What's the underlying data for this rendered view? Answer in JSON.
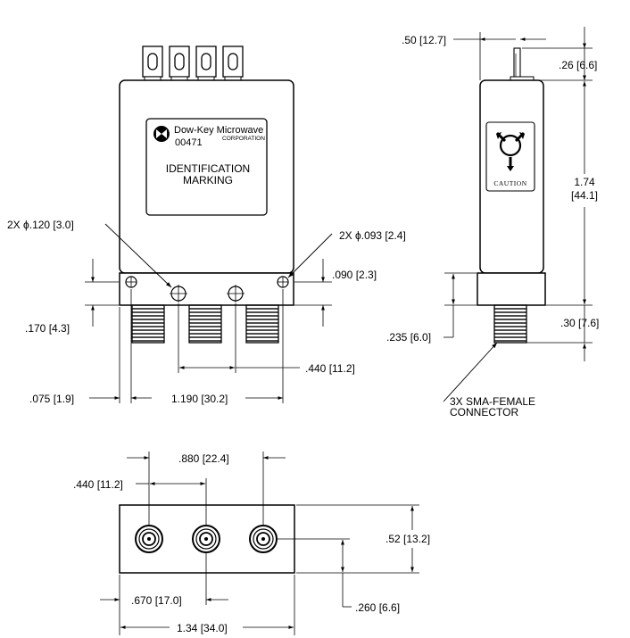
{
  "label": {
    "brand": "Dow-Key Microwave",
    "part_number": "00471",
    "corporation": "CORPORATION",
    "id_marking_1": "IDENTIFICATION",
    "id_marking_2": "MARKING",
    "caution": "CAUTION",
    "hole_large": "2X ϕ.120 [3.0]",
    "hole_small": "2X ϕ.093 [2.4]",
    "connector_1": "3X SMA-FEMALE",
    "connector_2": "CONNECTOR"
  },
  "dimensions": {
    "d_090": ".090 [2.3]",
    "d_170": ".170 [4.3]",
    "d_440_front": ".440 [11.2]",
    "d_075": ".075 [1.9]",
    "d_1190": "1.190 [30.2]",
    "d_50": ".50 [12.7]",
    "d_26": ".26 [6.6]",
    "d_174_a": "1.74",
    "d_174_b": "[44.1]",
    "d_30": ".30 [7.6]",
    "d_235": ".235 [6.0]",
    "d_880": ".880 [22.4]",
    "d_440_bottom": ".440 [11.2]",
    "d_52": ".52 [13.2]",
    "d_670": ".670 [17.0]",
    "d_260": ".260 [6.6]",
    "d_134": "1.34 [34.0]"
  }
}
